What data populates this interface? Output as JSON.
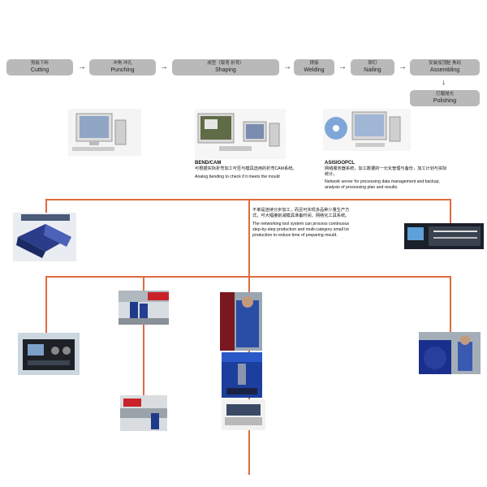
{
  "process": {
    "steps": [
      {
        "zh": "剪板下料",
        "en": "Cutting"
      },
      {
        "zh": "冲角 冲孔",
        "en": "Punching"
      },
      {
        "zh": "成型（钣弯 折弯）",
        "en": "Shaping"
      },
      {
        "zh": "焊接",
        "en": "Welding"
      },
      {
        "zh": "铆钉",
        "en": "Nailing"
      },
      {
        "zh": "安装加顶脏 角码",
        "en": "Assembling"
      },
      {
        "zh": "打磨抛光",
        "en": "Polishing"
      }
    ],
    "arrow": "→",
    "arrow_down": "↓"
  },
  "captions": {
    "bend": {
      "title": "BEND/CAM",
      "zh": "可根据实际折弯加工可否与模具选用的折弯CAM系统。",
      "en": "Analog bending to check if it meets the mould"
    },
    "asis": {
      "title": "ASISIOOPCL",
      "zh": "网络服务器系统，加工数据的一元化管理与备份，加工计划与实际统计。",
      "en": "Network server for processing data management and backup, analysis of processing plan and results."
    },
    "network": {
      "zh": "不单是连续分步加工，而且可实现多品种少量生产方式，可大幅度削减模具准备时间，网络化工具系统。",
      "en": "The networking tool system can process continuous step-by-step production and multi-category small lot production to reduce time of preparing mould."
    }
  },
  "colors": {
    "line": "#e06a3e",
    "pill": "#b9b9b9"
  }
}
